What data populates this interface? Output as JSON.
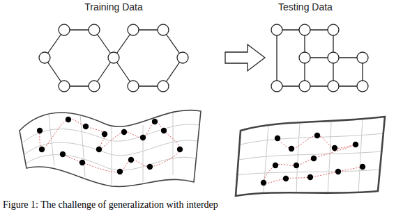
{
  "diagram": {
    "caption": "Figure 1: The challenge of generalization with interdep",
    "labels": [
      "Training Data",
      "Testing Data"
    ]
  }
}
